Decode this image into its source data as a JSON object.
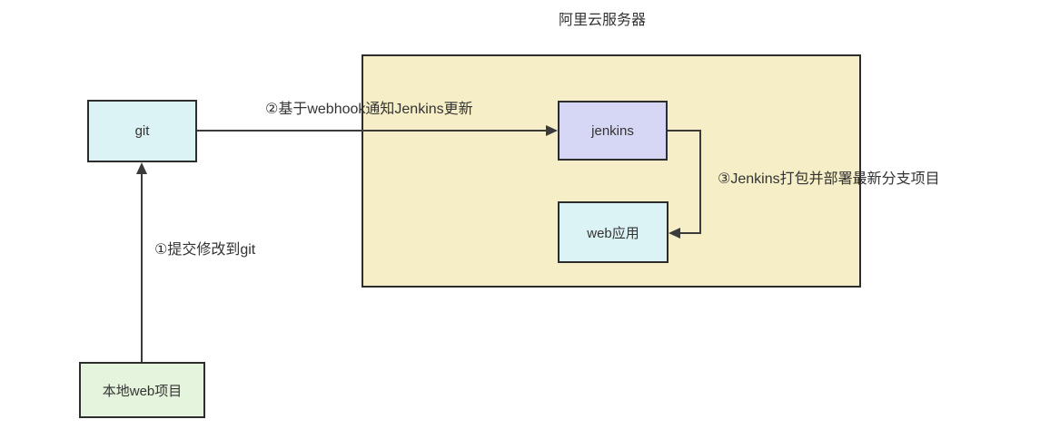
{
  "diagram": {
    "title": "阿里云服务器",
    "nodes": {
      "git": {
        "label": "git"
      },
      "jenkins": {
        "label": "jenkins"
      },
      "web_app": {
        "label": "web应用"
      },
      "local_project": {
        "label": "本地web项目"
      }
    },
    "edges": {
      "step1": {
        "label": "①提交修改到git",
        "from": "local_project",
        "to": "git"
      },
      "step2": {
        "label": "②基于webhook通知Jenkins更新",
        "from": "git",
        "to": "jenkins"
      },
      "step3": {
        "label": "③Jenkins打包并部署最新分支项目",
        "from": "jenkins",
        "to": "web_app"
      }
    },
    "colors": {
      "server_background": "#f5eec6",
      "git_background": "#dcf3f5",
      "jenkins_background": "#d6d6f5",
      "web_app_background": "#dcf3f5",
      "local_project_background": "#e5f4dc",
      "border": "#2d2d2d",
      "line": "#3b3b3b",
      "text": "#333333",
      "page_background": "#ffffff"
    }
  }
}
